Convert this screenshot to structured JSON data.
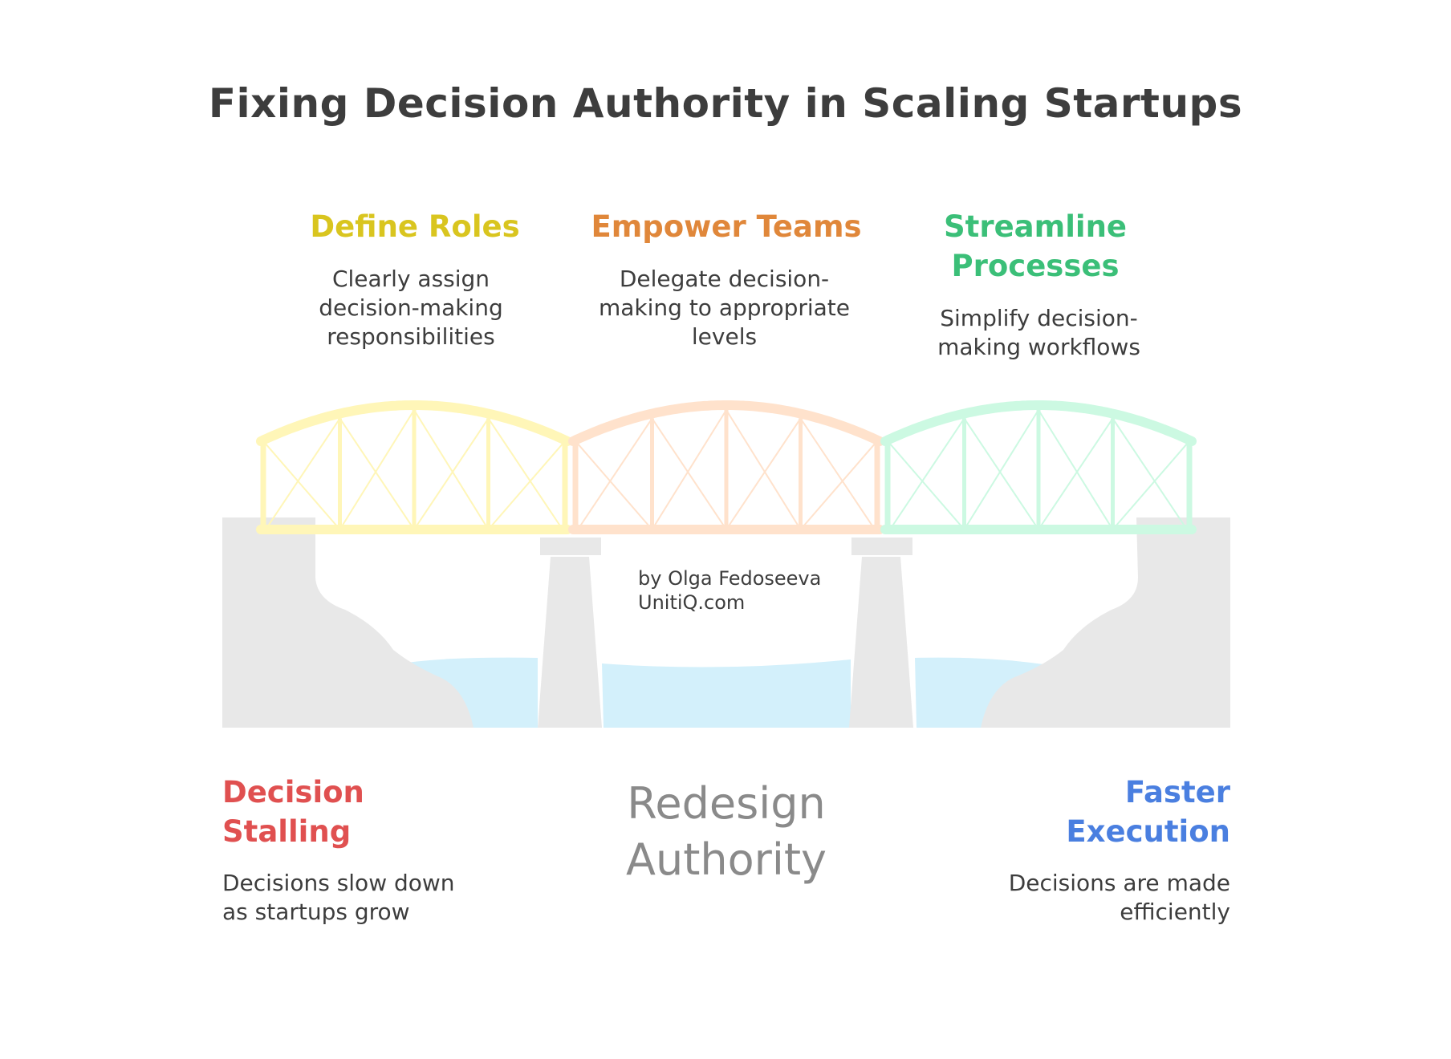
{
  "title": "Fixing Decision Authority in Scaling Startups",
  "steps": [
    {
      "heading": "Define Roles",
      "description": "Clearly assign decision-making responsibilities",
      "color": "#d9c51f"
    },
    {
      "heading": "Empower Teams",
      "description": "Delegate decision-making to appropriate levels",
      "color": "#e0873a"
    },
    {
      "heading": "Streamline Processes",
      "description": "Simplify decision-making workflows",
      "color": "#3bbf78"
    }
  ],
  "start": {
    "heading": "Decision Stalling",
    "description": "Decisions slow down as startups grow",
    "color": "#e05050"
  },
  "end": {
    "heading": "Faster Execution",
    "description": "Decisions are made efficiently",
    "color": "#4a7fe0"
  },
  "center_label": "Redesign Authority",
  "credit": {
    "author": "by Olga Fedoseeva",
    "site": "UnitiQ.com"
  },
  "truss_colors": [
    "#fff6b8",
    "#ffe2cc",
    "#ccf9e2"
  ],
  "ground_color": "#e8e8e8",
  "water_color": "#d3f0fb"
}
